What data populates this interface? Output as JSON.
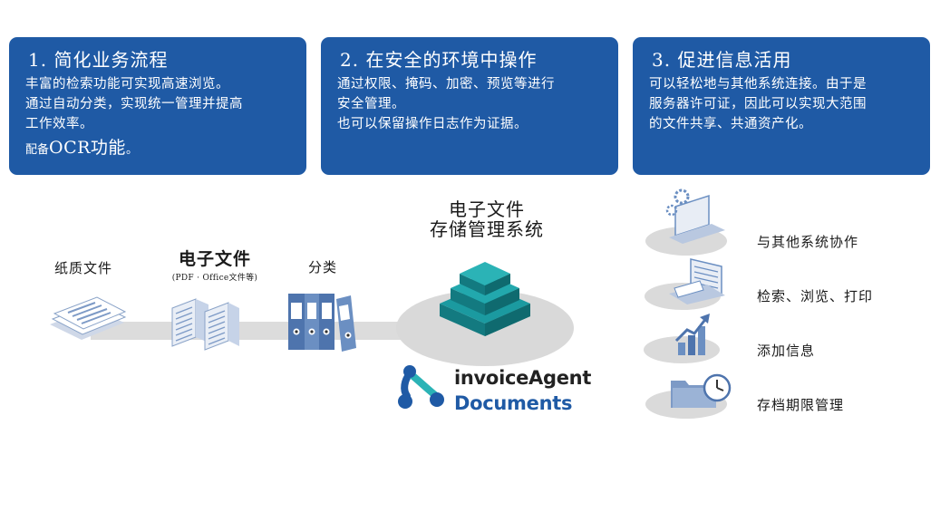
{
  "cards": [
    {
      "title": "1. 简化业务流程",
      "lines": [
        "丰富的检索功能可实现高速浏览。",
        "通过自动分类，实现统一管理并提高",
        "工作效率。"
      ],
      "ocr_prefix": "配备",
      "ocr_main": "OCR功能",
      "ocr_suffix": "。"
    },
    {
      "title": "2. 在安全的环境中操作",
      "lines": [
        "通过权限、掩码、加密、预览等进行",
        "安全管理。",
        "也可以保留操作日志作为证据。"
      ]
    },
    {
      "title": "3. 促进信息活用",
      "lines": [
        "可以轻松地与其他系统连接。由于是",
        "服务器许可证，因此可以实现大范围",
        "的文件共享、共通资产化。"
      ]
    }
  ],
  "flow": {
    "paper_label": "纸质文件",
    "electronic_label": "电子文件",
    "electronic_sub": "(PDF · Office文件等)",
    "classify_label": "分类"
  },
  "system": {
    "title_line1": "电子文件",
    "title_line2": "存储管理系统",
    "brand_line1": "invoiceAgent",
    "brand_line2": "Documents"
  },
  "features": [
    {
      "label": "与其他系统协作",
      "icon": "laptop-gear-icon"
    },
    {
      "label": "检索、浏览、打印",
      "icon": "laptop-document-icon"
    },
    {
      "label": "添加信息",
      "icon": "growth-chart-icon"
    },
    {
      "label": "存档期限管理",
      "icon": "folder-clock-icon"
    }
  ],
  "colors": {
    "card_bg": "#1f5aa5",
    "teal": "#1b9aa0",
    "teal_dark": "#137a80",
    "ellipse": "#dadada",
    "brand_blue": "#1f5aa5"
  }
}
